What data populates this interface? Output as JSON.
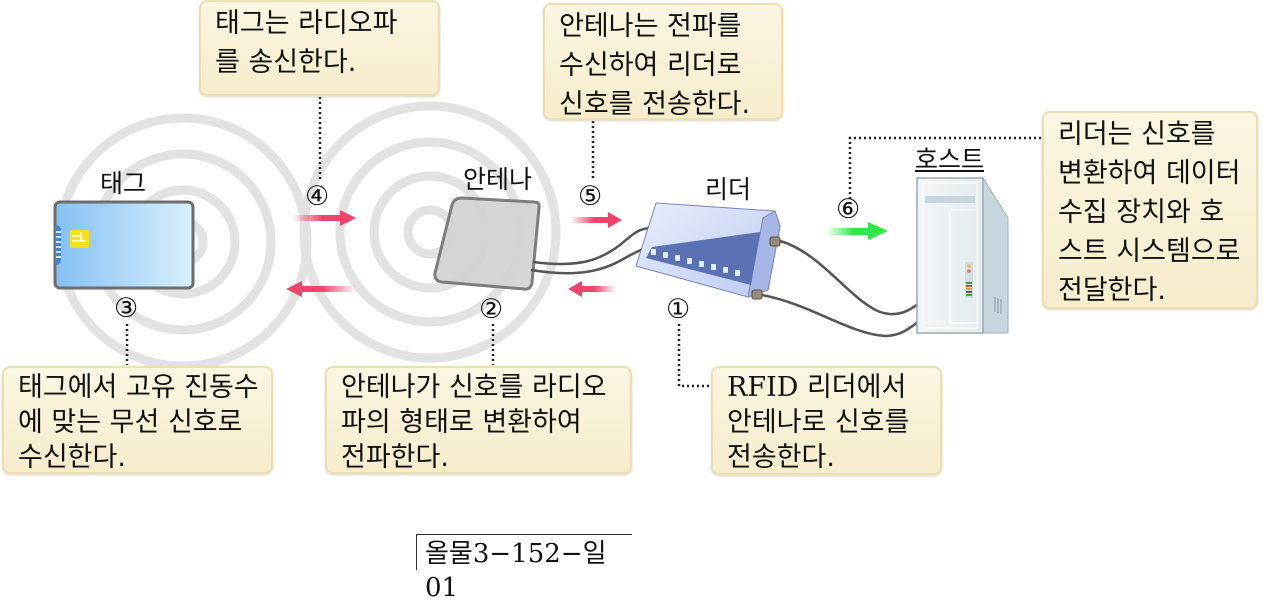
{
  "components": {
    "tag": "태그",
    "antenna": "안테나",
    "reader": "리더",
    "host": "호스트"
  },
  "steps": [
    {
      "number": "①",
      "lines": [
        "RFID 리더에서",
        "안테나로 신호를",
        "전송한다."
      ]
    },
    {
      "number": "②",
      "lines": [
        "안테나가 신호를 라디오",
        "파의 형태로 변환하여",
        "전파한다."
      ]
    },
    {
      "number": "③",
      "lines": [
        "태그에서 고유 진동수",
        "에 맞는 무선 신호로",
        "수신한다."
      ]
    },
    {
      "number": "④",
      "lines": [
        "태그는 라디오파",
        "를 송신한다."
      ]
    },
    {
      "number": "⑤",
      "lines": [
        "안테나는 전파를",
        "수신하여 리더로",
        "신호를 전송한다."
      ]
    },
    {
      "number": "⑥",
      "lines": [
        "리더는 신호를",
        "변환하여 데이터",
        "수집 장치와 호",
        "스트 시스템으로",
        "전달한다."
      ]
    }
  ],
  "figure_code": "올물3−152−일01",
  "colors": {
    "callout_bg": "#f8f0d4",
    "wave_ring": "#e2e2e2",
    "signal_arrow": "#f0456a",
    "host_arrow": "#2ee84a",
    "tag_card": "#8ec8f6",
    "reader_body": "#c9d4f4",
    "reader_panel": "#5a72b4"
  }
}
